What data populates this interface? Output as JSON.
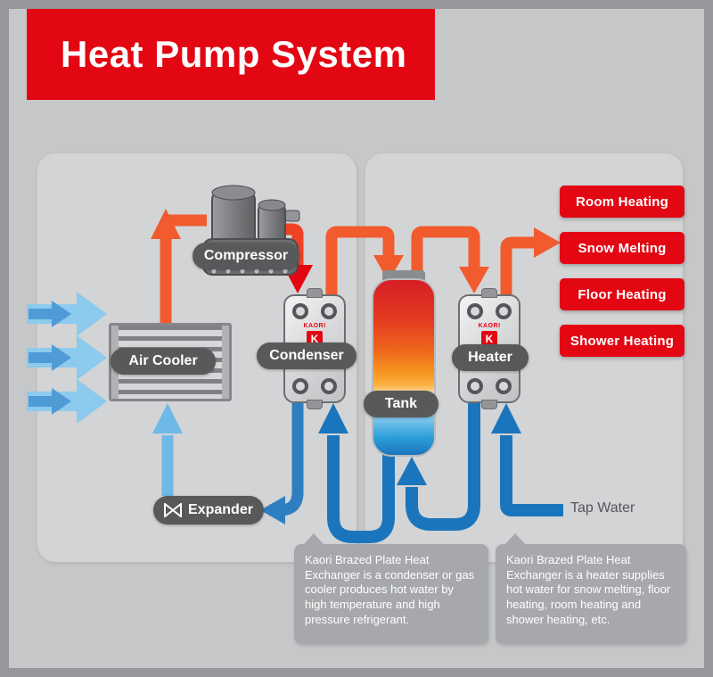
{
  "header": {
    "title": "Heat Pump System"
  },
  "components": {
    "compressor": {
      "label": "Compressor"
    },
    "air_cooler": {
      "label": "Air Cooler"
    },
    "condenser": {
      "label": "Condenser"
    },
    "tank": {
      "label": "Tank"
    },
    "heater": {
      "label": "Heater"
    },
    "expander": {
      "label": "Expander"
    }
  },
  "hx_brand": "KAORI",
  "hx_brand_initial": "K",
  "outputs": [
    "Room Heating",
    "Snow Melting",
    "Floor Heating",
    "Shower Heating"
  ],
  "labels": {
    "tap_water": "Tap Water"
  },
  "callouts": {
    "condenser": "Kaori Brazed Plate Heat Exchanger is a condenser or gas cooler produces hot water by high temperature and high pressure refrigerant.",
    "heater": "Kaori Brazed Plate Heat Exchanger is a heater supplies hot water for snow melting, floor heating, room heating and shower heating, etc."
  },
  "colors": {
    "brand_red": "#e30613",
    "hot_pipe": "#f15b2d",
    "cold_pipe": "#1b75bc",
    "refrigerant_low": "#6fb9e8",
    "air_flow": "#8ccaee",
    "label_bg": "#58595b",
    "callout_bg": "#a6a8ab"
  }
}
